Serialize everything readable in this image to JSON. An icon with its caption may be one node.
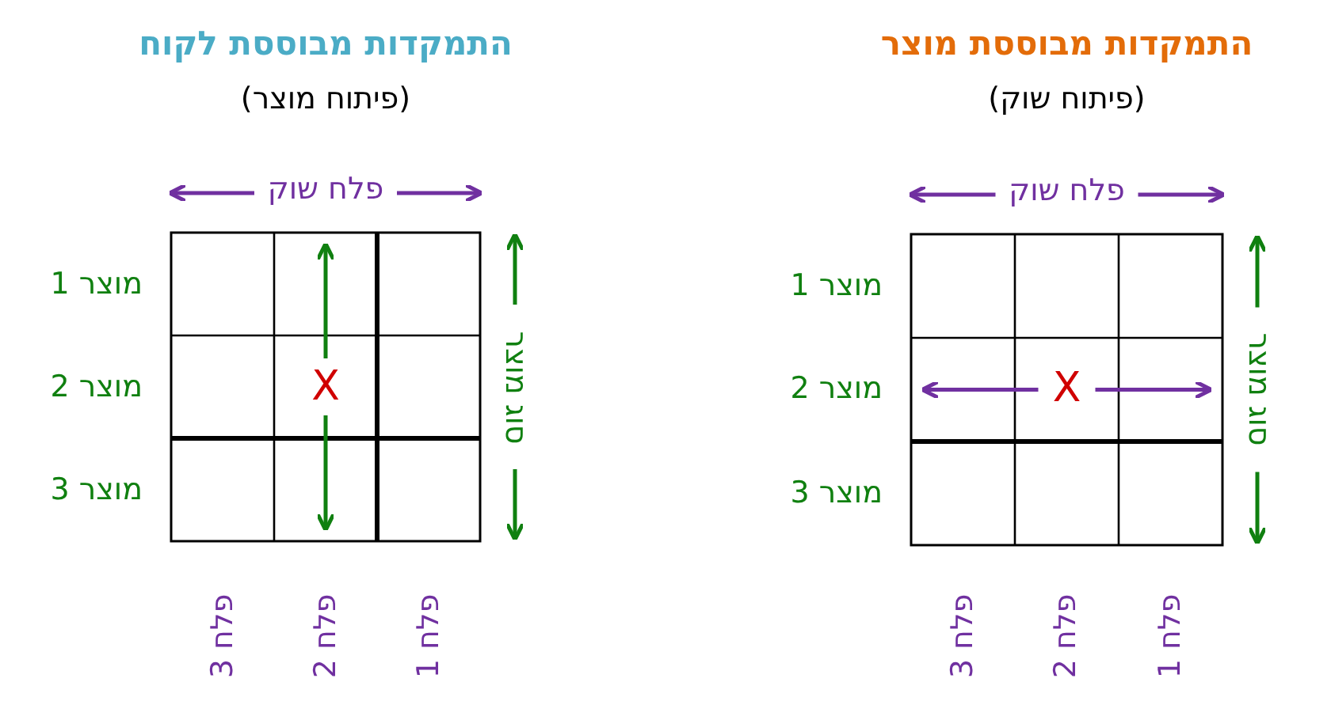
{
  "diagram": {
    "labels": [
      "התמקדות מבוססת מוצר",
      "(פיתוח שוק)",
      "פלח שוק",
      "מוצר 1",
      "מוצר 2",
      "מוצר 3",
      "X",
      "סוג מוצר",
      "פלח 3",
      "פלח 2",
      "פלח 1",
      "התמקדות מבוססת לקוח",
      "(פיתוח מוצר)",
      "פלח שוק",
      "מוצר 1",
      "מוצר 2",
      "מוצר 3",
      "X",
      "סוג מוצר",
      "פלח 3",
      "פלח 2",
      "פלח 1"
    ]
  }
}
